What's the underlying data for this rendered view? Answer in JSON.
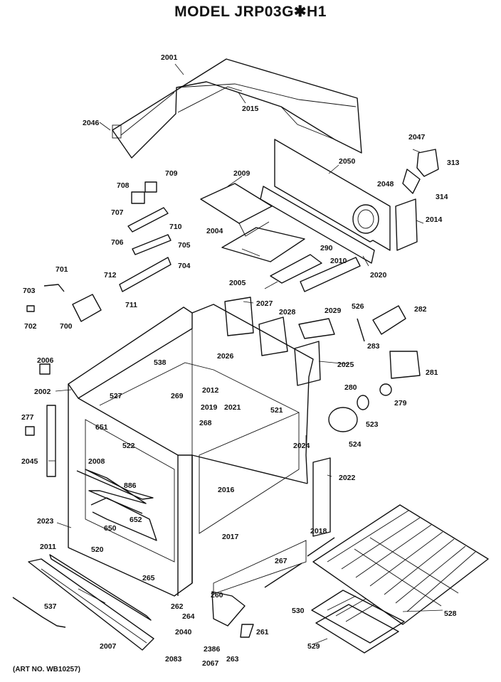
{
  "title": "MODEL JRP03G✱H1",
  "art_no": "(ART NO. WB10257)",
  "parts": [
    {
      "num": "2001"
    },
    {
      "num": "2015"
    },
    {
      "num": "2046"
    },
    {
      "num": "2047"
    },
    {
      "num": "313"
    },
    {
      "num": "2048"
    },
    {
      "num": "314"
    },
    {
      "num": "2050"
    },
    {
      "num": "2014"
    },
    {
      "num": "2009"
    },
    {
      "num": "709"
    },
    {
      "num": "708"
    },
    {
      "num": "707"
    },
    {
      "num": "710"
    },
    {
      "num": "706"
    },
    {
      "num": "705"
    },
    {
      "num": "704"
    },
    {
      "num": "712"
    },
    {
      "num": "711"
    },
    {
      "num": "701"
    },
    {
      "num": "703"
    },
    {
      "num": "702"
    },
    {
      "num": "700"
    },
    {
      "num": "2004"
    },
    {
      "num": "290"
    },
    {
      "num": "2010"
    },
    {
      "num": "2020"
    },
    {
      "num": "2005"
    },
    {
      "num": "2027"
    },
    {
      "num": "2028"
    },
    {
      "num": "2029"
    },
    {
      "num": "526"
    },
    {
      "num": "282"
    },
    {
      "num": "283"
    },
    {
      "num": "2026"
    },
    {
      "num": "2025"
    },
    {
      "num": "281"
    },
    {
      "num": "2006"
    },
    {
      "num": "538"
    },
    {
      "num": "2012"
    },
    {
      "num": "2002"
    },
    {
      "num": "527"
    },
    {
      "num": "269"
    },
    {
      "num": "2019"
    },
    {
      "num": "2021"
    },
    {
      "num": "521"
    },
    {
      "num": "280"
    },
    {
      "num": "279"
    },
    {
      "num": "277"
    },
    {
      "num": "268"
    },
    {
      "num": "523"
    },
    {
      "num": "651"
    },
    {
      "num": "522"
    },
    {
      "num": "2024"
    },
    {
      "num": "524"
    },
    {
      "num": "2045"
    },
    {
      "num": "2008"
    },
    {
      "num": "2022"
    },
    {
      "num": "886"
    },
    {
      "num": "2016"
    },
    {
      "num": "652"
    },
    {
      "num": "2023"
    },
    {
      "num": "650"
    },
    {
      "num": "2018"
    },
    {
      "num": "2017"
    },
    {
      "num": "520"
    },
    {
      "num": "2011"
    },
    {
      "num": "267"
    },
    {
      "num": "265"
    },
    {
      "num": "260"
    },
    {
      "num": "537"
    },
    {
      "num": "262"
    },
    {
      "num": "530"
    },
    {
      "num": "528"
    },
    {
      "num": "264"
    },
    {
      "num": "261"
    },
    {
      "num": "2040"
    },
    {
      "num": "2386"
    },
    {
      "num": "2007"
    },
    {
      "num": "529"
    },
    {
      "num": "2083"
    },
    {
      "num": "2067"
    },
    {
      "num": "263"
    }
  ]
}
